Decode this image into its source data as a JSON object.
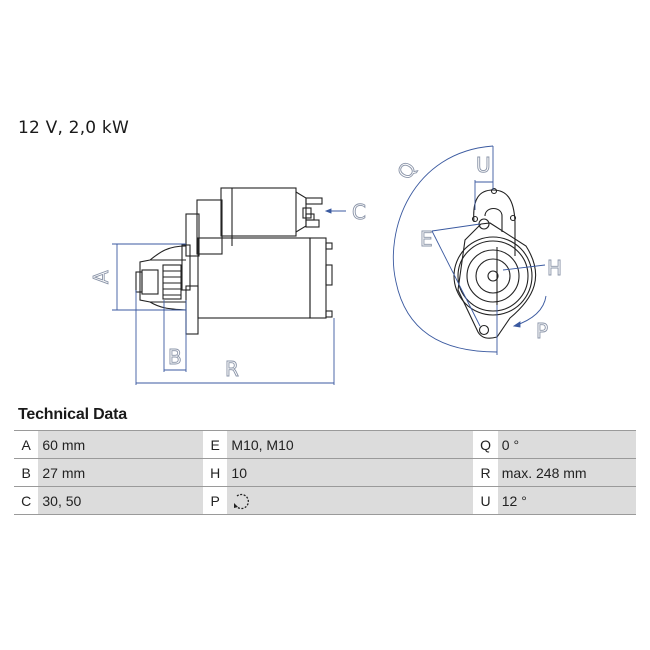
{
  "header": {
    "title": "12 V, 2,0 kW"
  },
  "drawing": {
    "labels": {
      "A": "A",
      "B": "B",
      "C": "C",
      "R": "R",
      "Q": "Q",
      "U": "U",
      "E": "E",
      "H": "H",
      "P": "P"
    },
    "line_color": "#222222",
    "dimension_color": "#3b5aa0",
    "label_color": "#8a94a8"
  },
  "technical_data": {
    "title": "Technical Data",
    "rows": [
      [
        {
          "key": "A",
          "value": "60 mm"
        },
        {
          "key": "E",
          "value": "M10, M10"
        },
        {
          "key": "Q",
          "value": "0 °"
        }
      ],
      [
        {
          "key": "B",
          "value": "27 mm"
        },
        {
          "key": "H",
          "value": "10"
        },
        {
          "key": "R",
          "value": "max. 248 mm"
        }
      ],
      [
        {
          "key": "C",
          "value": "30, 50"
        },
        {
          "key": "P",
          "value": "",
          "icon": "rotation-clockwise-icon"
        },
        {
          "key": "U",
          "value": "12 °"
        }
      ]
    ],
    "colors": {
      "value_bg": "#dcdcdc",
      "key_bg": "#ffffff",
      "border": "#9a9a9a"
    }
  }
}
